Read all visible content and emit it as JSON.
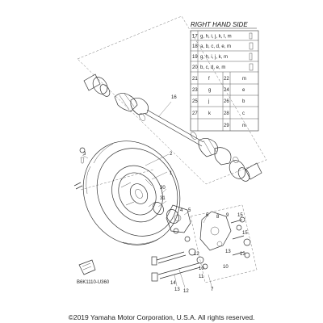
{
  "table": {
    "title": "RIGHT HAND SIDE",
    "rows": [
      {
        "num": "17",
        "text": "g, h, i, j, k, l, m"
      },
      {
        "num": "18",
        "text": "a, b, c, d, e, m"
      },
      {
        "num": "19",
        "text": "g, h, i, j, k, m"
      },
      {
        "num": "20",
        "text": "b, c, d, e, m"
      }
    ],
    "pairs": [
      {
        "left_num": "21",
        "left_val": "f",
        "right_num": "22",
        "right_val": "m"
      },
      {
        "left_num": "23",
        "left_val": "g",
        "right_num": "24",
        "right_val": "e"
      },
      {
        "left_num": "25",
        "left_val": "j",
        "right_num": "26",
        "right_val": "b"
      },
      {
        "left_num": "27",
        "left_val": "k",
        "right_num": "28",
        "right_val": "c"
      },
      {
        "left_num": "",
        "left_val": "",
        "right_num": "29",
        "right_val": "m"
      }
    ]
  },
  "callouts": [
    "16",
    "1",
    "2",
    "3",
    "31",
    "30",
    "5",
    "4",
    "6",
    "8",
    "9",
    "15",
    "15",
    "10",
    "11",
    "12",
    "13",
    "13",
    "10",
    "7",
    "12",
    "13",
    "14"
  ],
  "figure_code": "B6K1110-U360",
  "footer": {
    "copyright": "©2019 Yamaha Motor Corporation, U.S.A. All rights reserved."
  }
}
